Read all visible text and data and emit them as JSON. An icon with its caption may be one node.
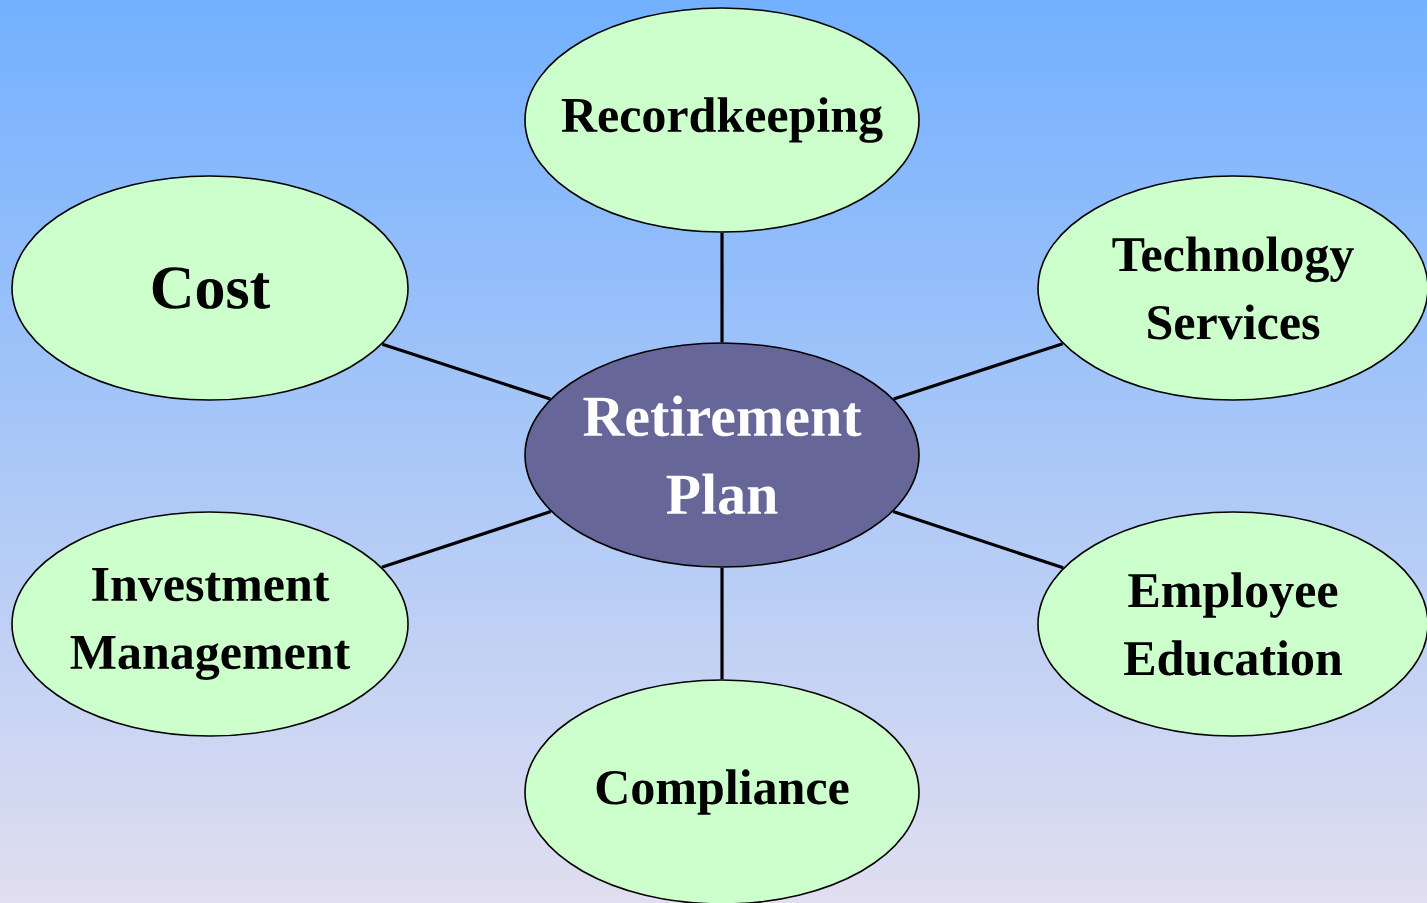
{
  "diagram": {
    "nodes": [
      {
        "text": [
          "Recordkeeping"
        ]
      },
      {
        "text": [
          "Cost"
        ]
      },
      {
        "text": [
          "Technology Services"
        ]
      },
      {
        "text": [
          "Retirement Plan"
        ]
      },
      {
        "text": [
          "Investment Management"
        ]
      },
      {
        "text": [
          "Employee Education"
        ]
      },
      {
        "text": [
          "Compliance"
        ]
      }
    ],
    "edges": [
      {
        "from": 3,
        "to": 0,
        "arrow": "none"
      },
      {
        "from": 3,
        "to": 1,
        "arrow": "none"
      },
      {
        "from": 3,
        "to": 2,
        "arrow": "none"
      },
      {
        "from": 3,
        "to": 4,
        "arrow": "none"
      },
      {
        "from": 3,
        "to": 5,
        "arrow": "none"
      },
      {
        "from": 3,
        "to": 6,
        "arrow": "none"
      }
    ]
  }
}
